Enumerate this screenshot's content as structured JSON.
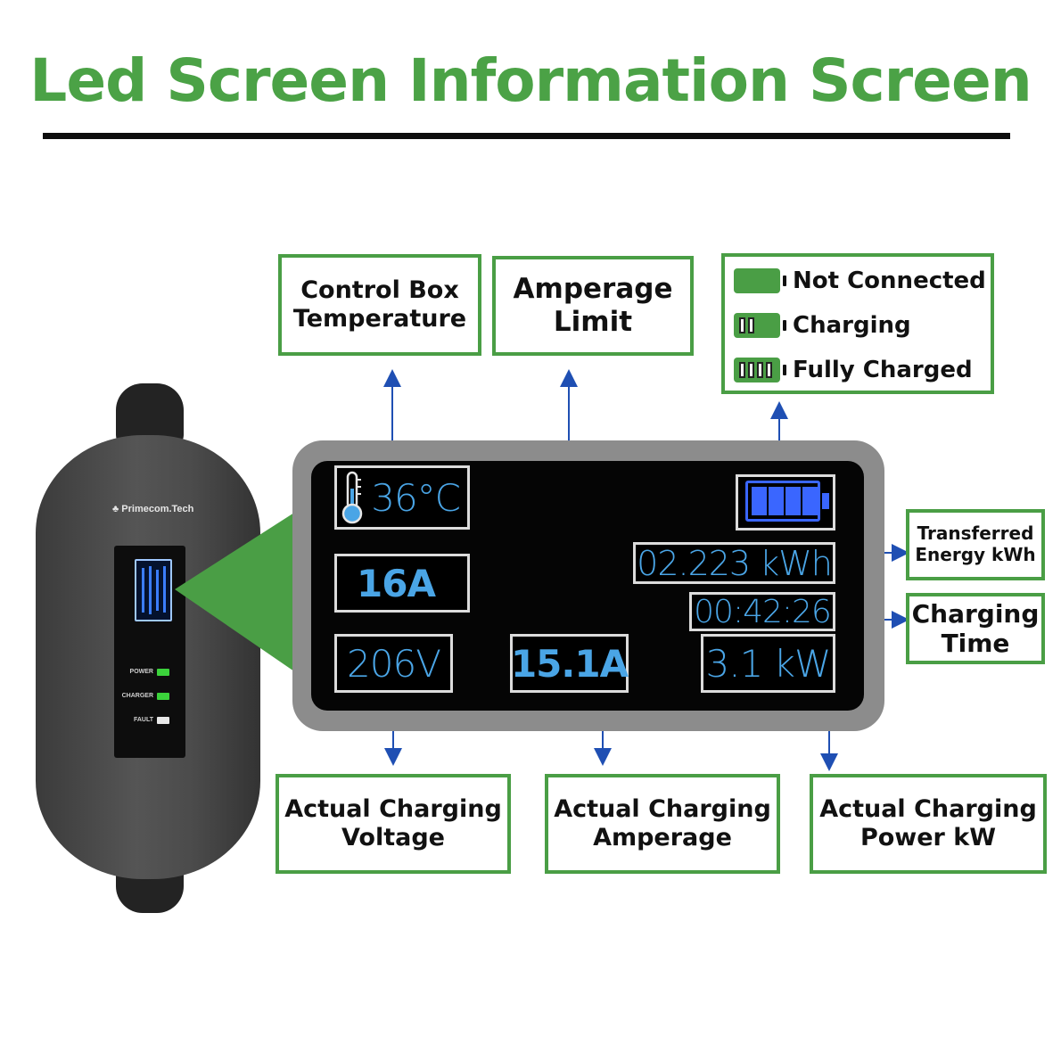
{
  "title": "Led Screen Information Screen",
  "device": {
    "brand": "Primecom.Tech",
    "leds": [
      {
        "label": "POWER",
        "color": "#3bd33b"
      },
      {
        "label": "CHARGER",
        "color": "#3bd33b"
      },
      {
        "label": "FAULT",
        "color": "#e8e8e8"
      }
    ]
  },
  "screen": {
    "temperature": "36°C",
    "amperage_limit": "16A",
    "energy": "02.223 kWh",
    "time": "00:42:26",
    "voltage": "206V",
    "amperage": "15.1A",
    "power": "3.1 kW"
  },
  "labels": {
    "control_box_temp": [
      "Control Box",
      "Temperature"
    ],
    "amperage_limit": [
      "Amperage",
      "Limit"
    ],
    "transferred_energy": [
      "Transferred",
      "Energy kWh"
    ],
    "charging_time": [
      "Charging",
      "Time"
    ],
    "actual_voltage": [
      "Actual Charging",
      "Voltage"
    ],
    "actual_amperage": [
      "Actual Charging",
      "Amperage"
    ],
    "actual_power": [
      "Actual Charging",
      "Power kW"
    ]
  },
  "legend": [
    {
      "label": "Not Connected",
      "cells": 0
    },
    {
      "label": "Charging",
      "cells": 2
    },
    {
      "label": "Fully Charged",
      "cells": 4
    }
  ],
  "colors": {
    "accent_green": "#4a9e45",
    "lcd_blue": "#4aa5e6",
    "battery_blue": "#3a66ff",
    "arrow_blue": "#1f4fb3"
  }
}
